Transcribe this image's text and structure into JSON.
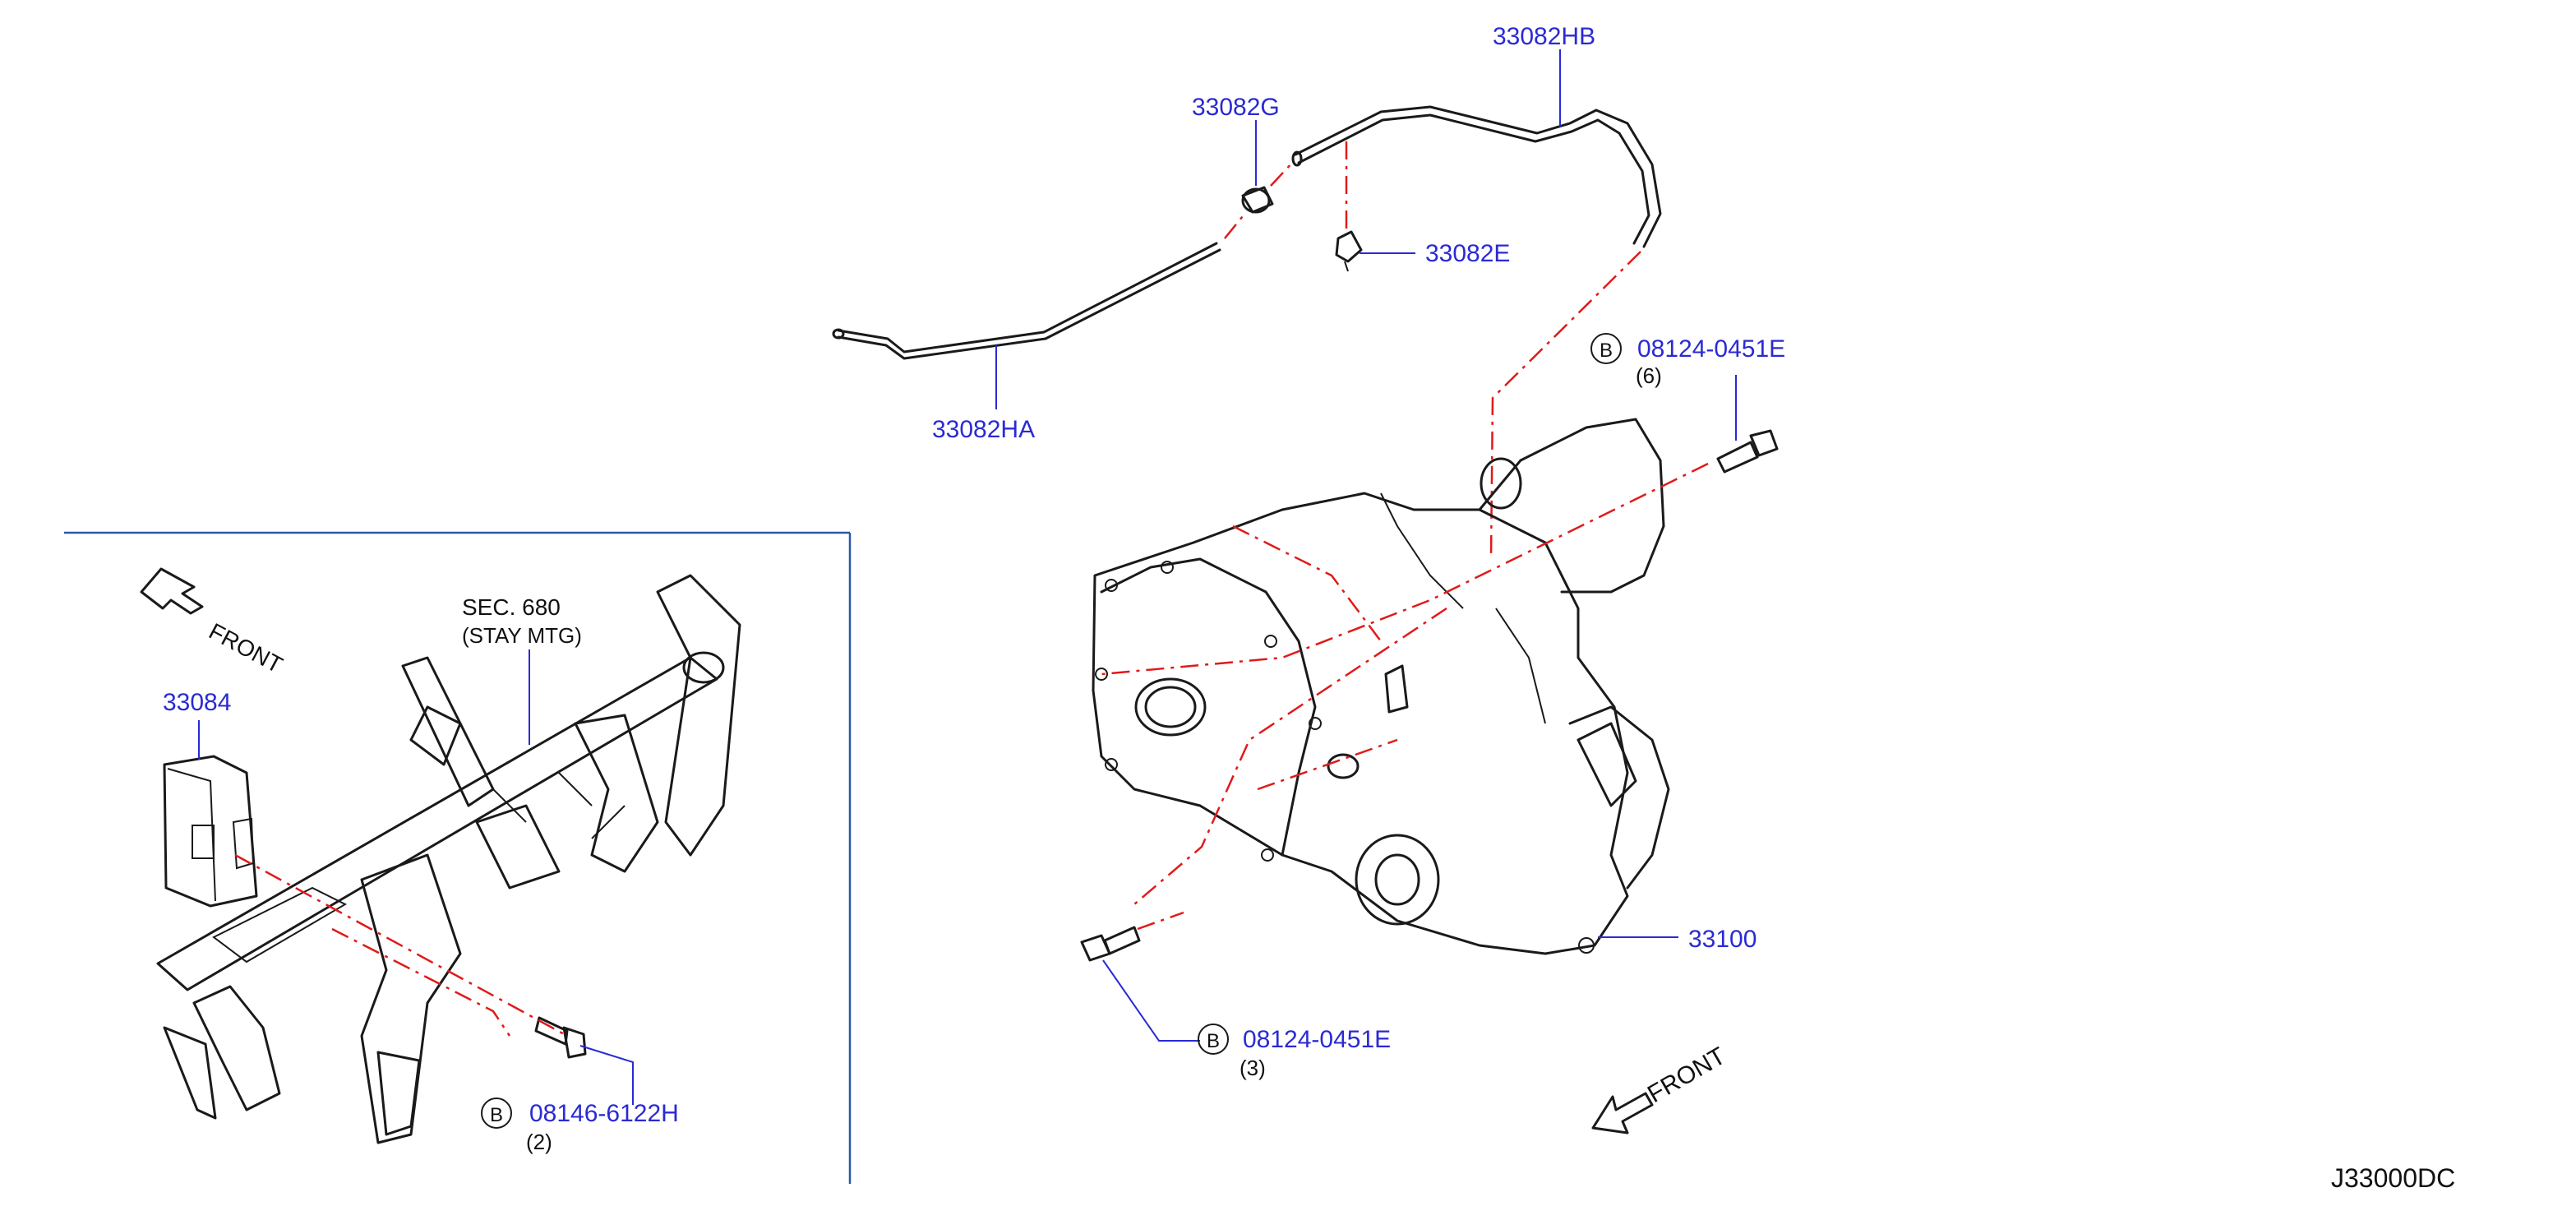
{
  "diagram": {
    "code": "J33000DC",
    "front_label": "FRONT",
    "section_ref": "SEC. 680",
    "section_sub": "(STAY MTG)",
    "inset_front": "FRONT",
    "bolt_prefix": "B"
  },
  "callouts": {
    "p33082HB": "33082HB",
    "p33082G": "33082G",
    "p33082E": "33082E",
    "p33082HA": "33082HA",
    "p08124_top": "08124-0451E",
    "p08124_top_qty": "(6)",
    "p33100": "33100",
    "p08124_bot": "08124-0451E",
    "p08124_bot_qty": "(3)",
    "p33084": "33084",
    "p08146": "08146-6122H",
    "p08146_qty": "(2)"
  },
  "colors": {
    "label": "#2a2ad4",
    "dash": "#e01a1a",
    "frame": "#2a58a8"
  }
}
